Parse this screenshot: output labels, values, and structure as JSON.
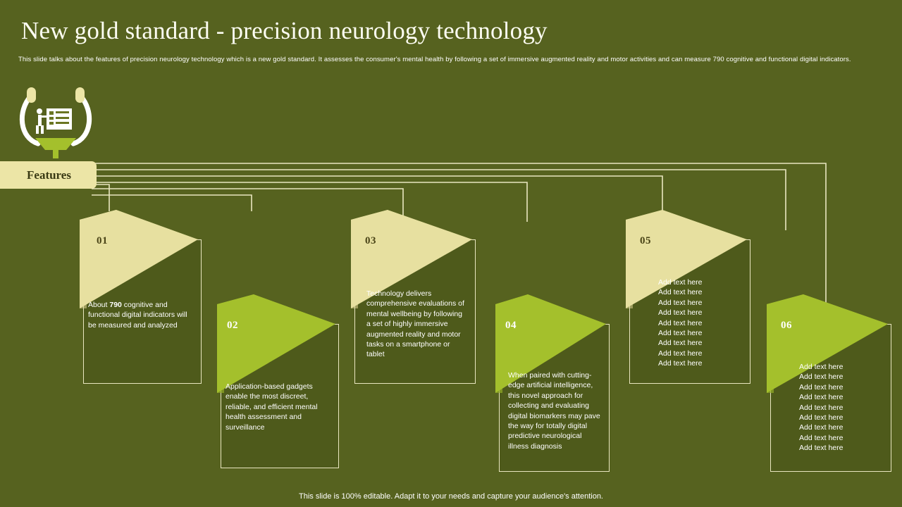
{
  "header": {
    "title": "New gold standard - precision neurology technology",
    "subtitle": "This slide talks about the features of precision neurology technology which is a new gold standard. It assesses the consumer's mental health by following a set of immersive augmented reality and motor activities and can measure 790 cognitive and functional digital indicators."
  },
  "icon": {
    "name": "stethoscope-presentation-icon"
  },
  "features_tag": {
    "label": "Features"
  },
  "cards": [
    {
      "number": "01",
      "accent": "#e7e0a0",
      "number_color": "#4a4417",
      "text_before": "About ",
      "text_bold": "790",
      "text_after": " cognitive and functional digital indicators will be measured and analyzed",
      "full_text": "About 790 cognitive and functional digital indicators will be measured and analyzed",
      "lines": []
    },
    {
      "number": "02",
      "accent": "#a4c02c",
      "number_color": "#ffffff",
      "full_text": "Application-based gadgets enable the most discreet, reliable, and efficient mental health assessment and surveillance",
      "lines": []
    },
    {
      "number": "03",
      "accent": "#e7e0a0",
      "number_color": "#4a4417",
      "full_text": "Technology delivers comprehensive evaluations of mental wellbeing by following a set of highly immersive augmented reality and motor tasks on a smartphone or tablet",
      "lines": []
    },
    {
      "number": "04",
      "accent": "#a4c02c",
      "number_color": "#ffffff",
      "full_text": "When paired with cutting-edge artificial intelligence, this novel approach for collecting and evaluating digital biomarkers may pave the way for totally digital predictive neurological illness diagnosis",
      "lines": []
    },
    {
      "number": "05",
      "accent": "#e7e0a0",
      "number_color": "#4a4417",
      "full_text": "",
      "lines": [
        "Add text here",
        "Add text here",
        "Add text here",
        "Add text here",
        "Add text here",
        "Add text here",
        "Add text here",
        "Add text here",
        "Add text here"
      ]
    },
    {
      "number": "06",
      "accent": "#a4c02c",
      "number_color": "#ffffff",
      "full_text": "",
      "lines": [
        "Add text here",
        "Add text here",
        "Add text here",
        "Add text here",
        "Add text here",
        "Add text here",
        "Add text here",
        "Add text here",
        "Add text here"
      ]
    }
  ],
  "footer": {
    "note": "This slide is 100% editable. Adapt it to your needs and capture your audience's attention."
  },
  "colors": {
    "background": "#56621f",
    "card_fill": "#4e5a1b",
    "line": "#e9e6c0",
    "yellow": "#e7e0a0",
    "lime": "#a4c02c",
    "tag": "#ece5a6"
  }
}
